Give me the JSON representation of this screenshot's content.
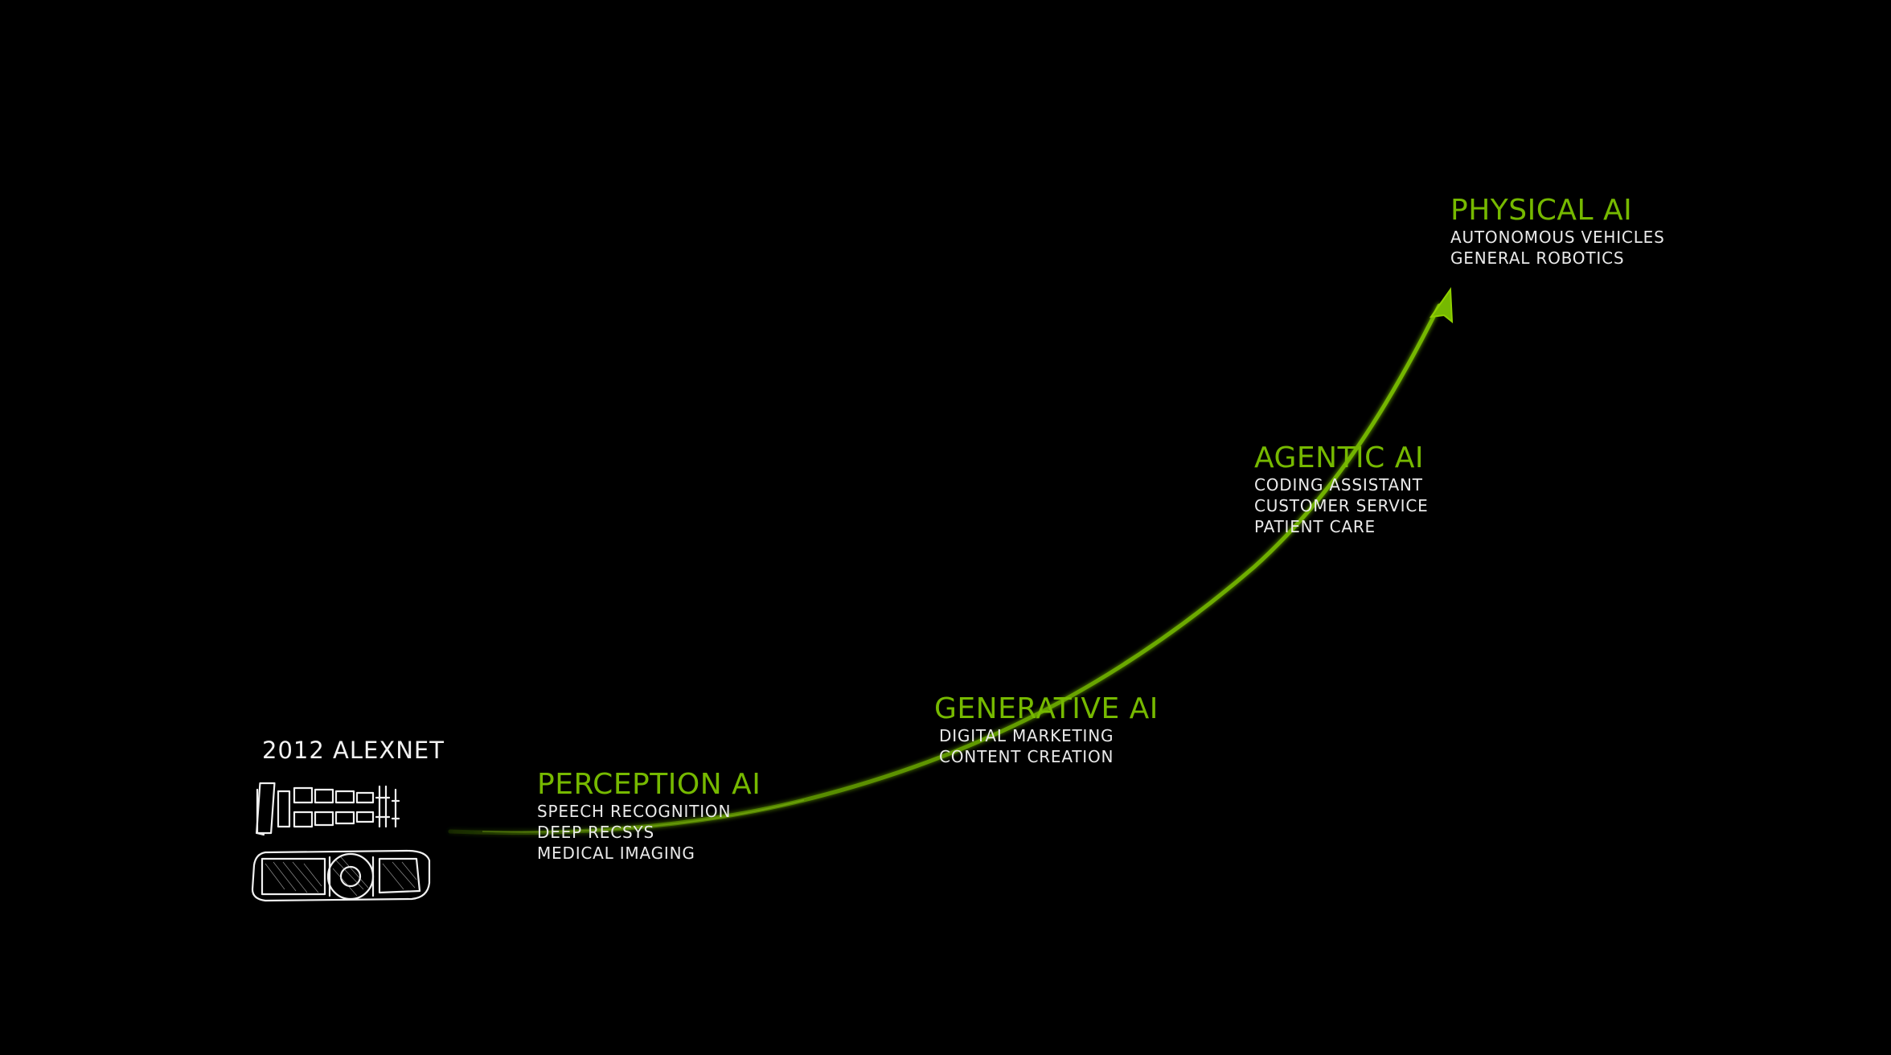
{
  "colors": {
    "background": "#000000",
    "accent": "#76b900",
    "text": "#eaeaea"
  },
  "origin": {
    "label": "2012 ALEXNET",
    "icon": "gpu-card-sketch-icon"
  },
  "stages": [
    {
      "id": "perception",
      "title": "PERCEPTION AI",
      "items": [
        "SPEECH RECOGNITION",
        "DEEP RECSYS",
        "MEDICAL IMAGING"
      ]
    },
    {
      "id": "generative",
      "title": "GENERATIVE AI",
      "items": [
        "DIGITAL MARKETING",
        "CONTENT CREATION"
      ]
    },
    {
      "id": "agentic",
      "title": "AGENTIC AI",
      "items": [
        "CODING ASSISTANT",
        "CUSTOMER SERVICE",
        "PATIENT CARE"
      ]
    },
    {
      "id": "physical",
      "title": "PHYSICAL AI",
      "items": [
        "AUTONOMOUS VEHICLES",
        "GENERAL ROBOTICS"
      ]
    }
  ],
  "arrow": {
    "icon": "arrow-head-icon"
  }
}
